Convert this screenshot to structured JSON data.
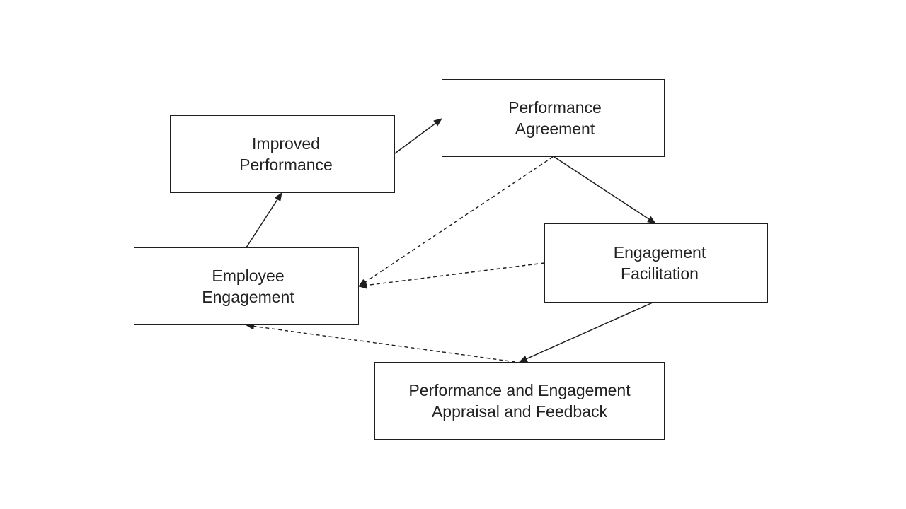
{
  "nodes": {
    "improved_performance": {
      "line1": "Improved",
      "line2": "Performance"
    },
    "performance_agreement": {
      "line1": "Performance",
      "line2": "Agreement"
    },
    "employee_engagement": {
      "line1": "Employee",
      "line2": "Engagement"
    },
    "engagement_facilitation": {
      "line1": "Engagement",
      "line2": "Facilitation"
    },
    "appraisal_feedback": {
      "line1": "Performance and Engagement",
      "line2": "Appraisal and Feedback"
    }
  },
  "edges": [
    {
      "from": "improved_performance",
      "to": "performance_agreement",
      "style": "solid"
    },
    {
      "from": "performance_agreement",
      "to": "engagement_facilitation",
      "style": "solid"
    },
    {
      "from": "engagement_facilitation",
      "to": "appraisal_feedback",
      "style": "solid"
    },
    {
      "from": "employee_engagement",
      "to": "improved_performance",
      "style": "solid"
    },
    {
      "from": "performance_agreement",
      "to": "employee_engagement",
      "style": "dashed"
    },
    {
      "from": "engagement_facilitation",
      "to": "employee_engagement",
      "style": "dashed"
    },
    {
      "from": "appraisal_feedback",
      "to": "employee_engagement",
      "style": "dashed"
    }
  ],
  "colors": {
    "line": "#1e1e1e",
    "text": "#222222",
    "background": "#ffffff"
  }
}
